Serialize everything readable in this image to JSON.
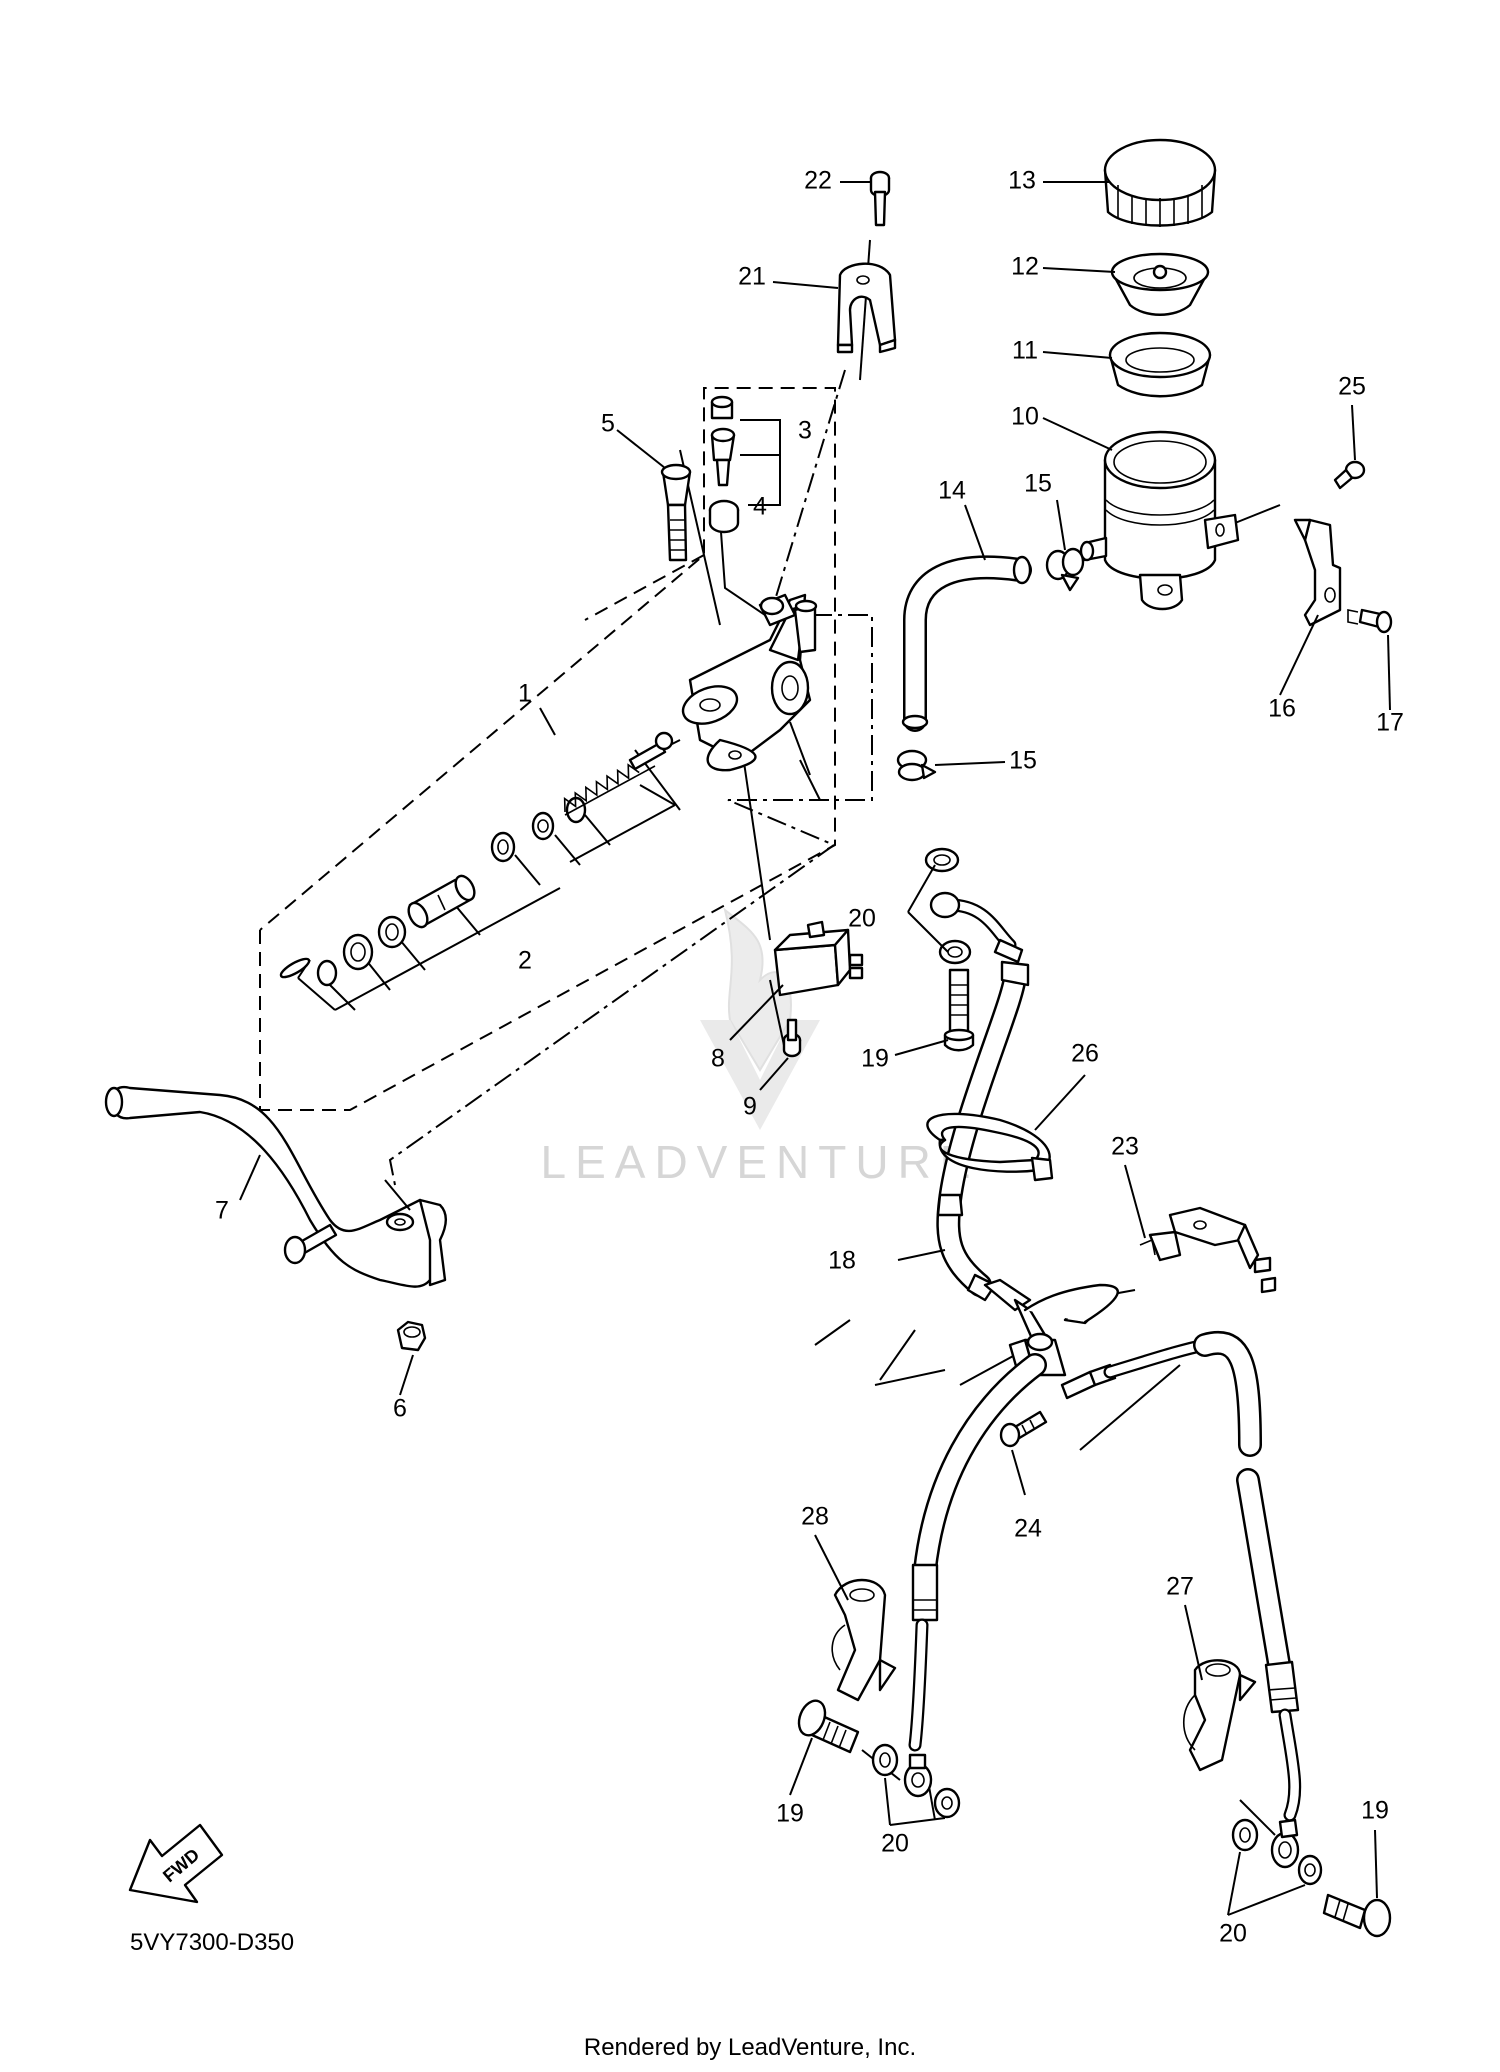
{
  "diagram": {
    "part_labels": [
      "1",
      "2",
      "3",
      "4",
      "5",
      "6",
      "7",
      "8",
      "9",
      "10",
      "11",
      "12",
      "13",
      "14",
      "15",
      "15",
      "16",
      "17",
      "18",
      "19",
      "19",
      "19",
      "20",
      "20",
      "20",
      "21",
      "22",
      "23",
      "24",
      "25",
      "26",
      "27",
      "28"
    ],
    "diagram_code": "5VY7300-D350",
    "credit": "Rendered by LeadVenture, Inc.",
    "watermark": "LEADVENTURE",
    "fwd_label": "FWD"
  }
}
